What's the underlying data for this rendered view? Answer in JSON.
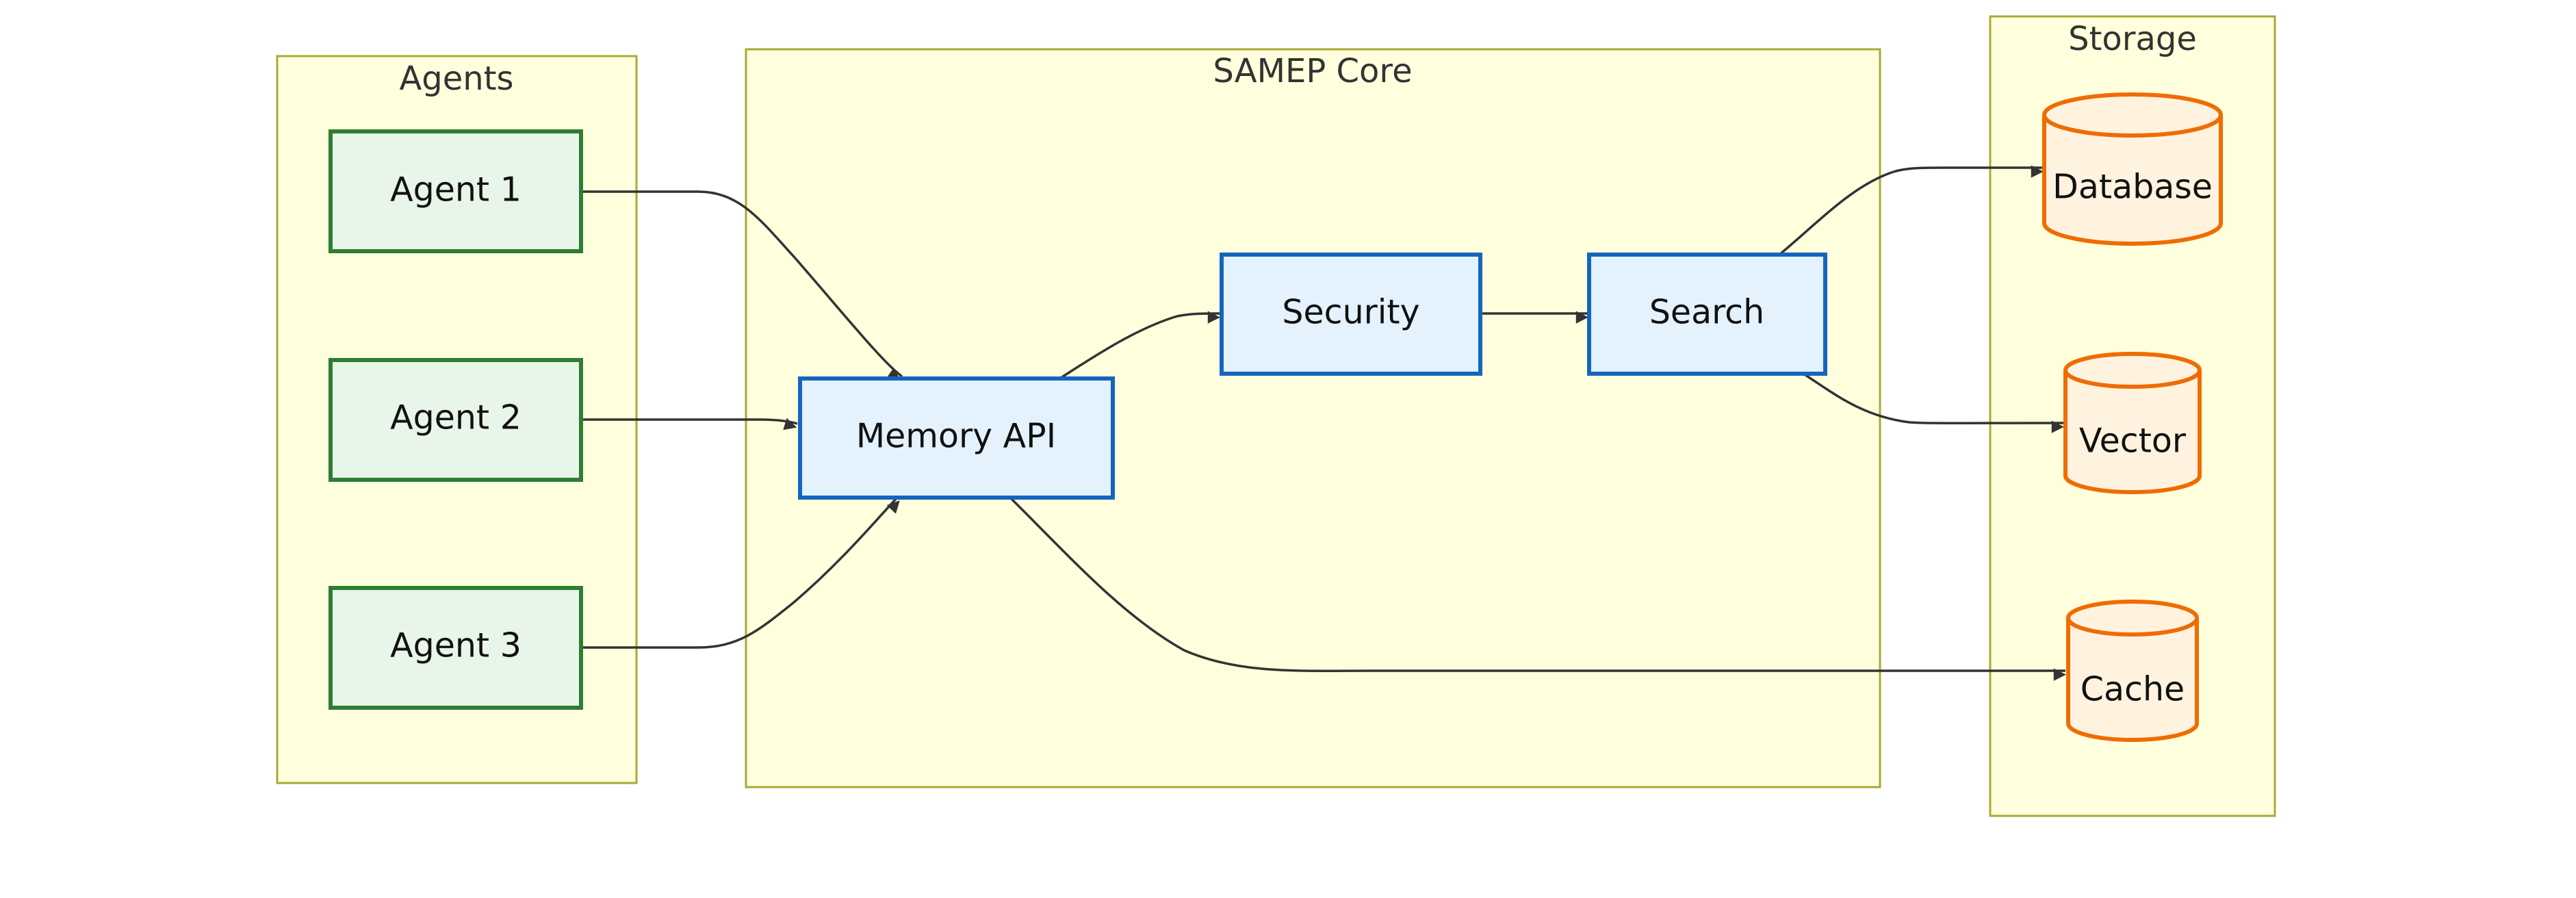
{
  "clusters": {
    "agents": {
      "title": "Agents"
    },
    "core": {
      "title": "SAMEP Core"
    },
    "storage": {
      "title": "Storage"
    }
  },
  "nodes": {
    "agent1": "Agent 1",
    "agent2": "Agent 2",
    "agent3": "Agent 3",
    "memory_api": "Memory API",
    "security": "Security",
    "search": "Search",
    "database": "Database",
    "vector": "Vector",
    "cache": "Cache"
  },
  "colors": {
    "cluster_fill": "#ffffde",
    "cluster_stroke": "#aaaa33",
    "agent_fill": "#e8f5e9",
    "agent_stroke": "#2e7d32",
    "core_fill": "#e3f2fd",
    "core_stroke": "#1565c0",
    "storage_fill": "#fff3e0",
    "storage_stroke": "#ef6c00",
    "edge": "#333333"
  },
  "edges": [
    {
      "from": "agent1",
      "to": "memory_api"
    },
    {
      "from": "agent2",
      "to": "memory_api"
    },
    {
      "from": "agent3",
      "to": "memory_api"
    },
    {
      "from": "memory_api",
      "to": "security"
    },
    {
      "from": "security",
      "to": "search"
    },
    {
      "from": "search",
      "to": "database"
    },
    {
      "from": "search",
      "to": "vector"
    },
    {
      "from": "memory_api",
      "to": "cache"
    }
  ]
}
